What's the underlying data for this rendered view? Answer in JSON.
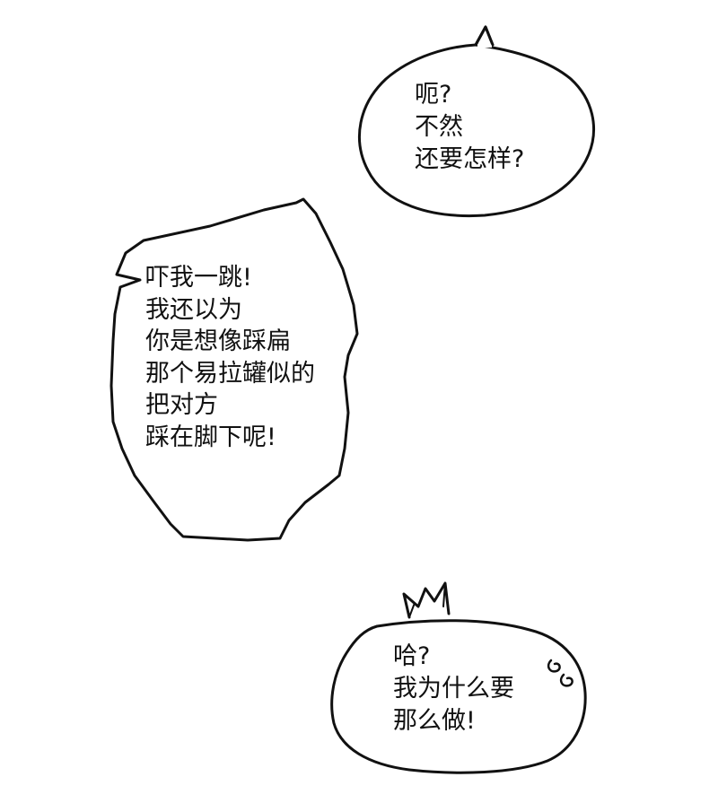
{
  "bubbles": [
    {
      "id": "oval-bubble",
      "lines": [
        "呃?",
        "不然",
        "还要怎样?"
      ]
    },
    {
      "id": "jagged-bubble",
      "lines": [
        "吓我一跳!",
        "我还以为",
        "你是想像踩扁",
        "那个易拉罐似的",
        "把对方",
        "踩在脚下呢!"
      ]
    },
    {
      "id": "blob-bubble",
      "lines": [
        "哈?",
        "我为什么要",
        "那么做!"
      ]
    }
  ],
  "colors": {
    "background": "#ffffff",
    "ink": "#111111"
  },
  "icons": [
    "crown-doodle-icon",
    "swirl-mark-icon"
  ]
}
